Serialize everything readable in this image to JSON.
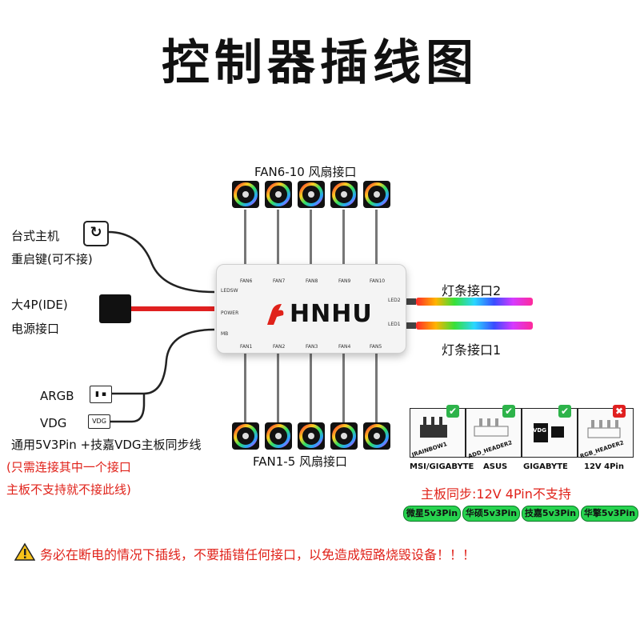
{
  "title": "控制器插线图",
  "fan_top_label": "FAN6-10 风扇接口",
  "fan_bottom_label": "FAN1-5 风扇接口",
  "brand": "HNHU",
  "hub_labels": {
    "top": [
      "FAN6",
      "FAN7",
      "FAN8",
      "FAN9",
      "FAN10"
    ],
    "bottom": [
      "FAN1",
      "FAN2",
      "FAN3",
      "FAN4",
      "FAN5"
    ],
    "left": [
      "LEDSW",
      "POWER",
      "MB"
    ],
    "right": [
      "LED2",
      "LED1"
    ]
  },
  "left_labels": {
    "power_switch_line1": "台式主机",
    "power_switch_line2": "重启键(可不接)",
    "ide_line1": "大4P(IDE)",
    "ide_line2": "电源接口",
    "argb": "ARGB",
    "vdg": "VDG",
    "vdg_plug": "VDG",
    "sync_line": "通用5V3Pin +技嘉VDG主板同步线",
    "note_line1": "(只需连接其中一个接口",
    "note_line2": "主板不支持就不接此线)"
  },
  "led_labels": {
    "strip2": "灯条接口2",
    "strip1": "灯条接口1"
  },
  "motherboards": [
    {
      "caption": "MSI/GIGABYTE",
      "header": "JRAINBOW1",
      "supported": true
    },
    {
      "caption": "ASUS",
      "header": "ADD_HEADER2",
      "supported": true
    },
    {
      "caption": "GIGABYTE",
      "header": "VDG",
      "supported": true
    },
    {
      "caption": "12V 4Pin",
      "header": "RGB_HEADER2",
      "supported": false
    }
  ],
  "mb_sync_note": "主板同步:12V 4Pin不支持",
  "brand_pills": [
    "微星5v3Pin",
    "华硕5v3Pin",
    "技嘉5v3Pin",
    "华擎5v3Pin"
  ],
  "warning": "务必在断电的情况下插线，不要插错任何接口，以免造成短路烧毁设备！！！",
  "colors": {
    "accent_red": "#e0221a",
    "pill_green": "#27d34f",
    "check_green": "#2db34a",
    "cross_red": "#e02020"
  }
}
